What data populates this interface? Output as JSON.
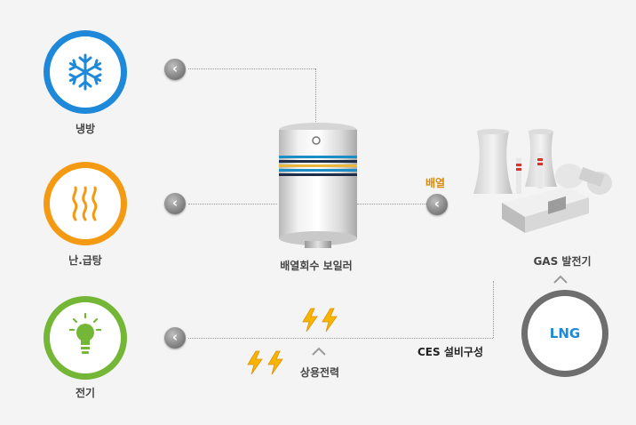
{
  "outputs": [
    {
      "label": "냉방",
      "color": "#1e88d9",
      "icon": "snowflake-icon"
    },
    {
      "label": "난.급탕",
      "color": "#f39a12",
      "icon": "heat-waves-icon"
    },
    {
      "label": "전기",
      "color": "#74b636",
      "icon": "lightbulb-icon"
    }
  ],
  "boiler": {
    "label": "배열회수 보일러"
  },
  "generator": {
    "label": "GAS 발전기"
  },
  "heat_label": "배열",
  "lng": {
    "label": "LNG",
    "color": "#1e88d9",
    "ring_color": "#6e6e6e"
  },
  "commercial_power": {
    "label": "상용전력"
  },
  "ces_label": "CES 설비구성"
}
